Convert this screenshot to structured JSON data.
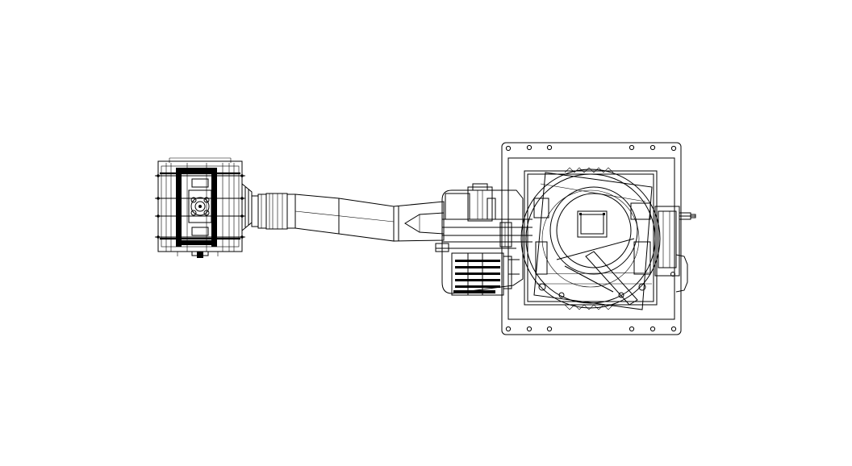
{
  "drawing": {
    "background_color": "#ffffff",
    "line_color": "#000000",
    "style": "wireframe",
    "components": [
      {
        "name": "end-effector-gripper"
      },
      {
        "name": "wrist-tube"
      },
      {
        "name": "forearm"
      },
      {
        "name": "elbow-joint-and-motor"
      },
      {
        "name": "base-turntable"
      },
      {
        "name": "base-mounting-plate"
      }
    ]
  }
}
